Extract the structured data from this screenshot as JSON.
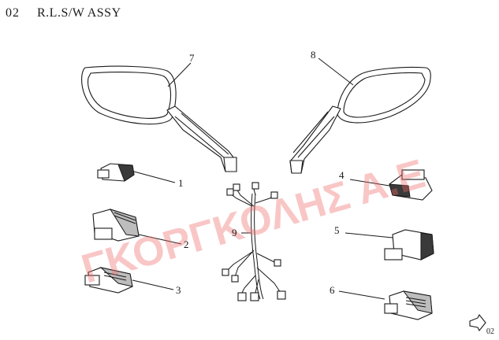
{
  "header": {
    "section_number": "02",
    "assembly_title": "R.L.S/W ASSY"
  },
  "watermark": {
    "text": "ΓΚΟΡΓΚΟΛΗΣ Α.Ε",
    "color": "#f06a6a"
  },
  "callouts": {
    "mirror_left": "7",
    "mirror_right": "8",
    "switch_1": "1",
    "switch_2": "2",
    "switch_3": "3",
    "switch_4": "4",
    "switch_5": "5",
    "switch_6": "6",
    "wire_harness": "9",
    "page_ref": "02"
  }
}
